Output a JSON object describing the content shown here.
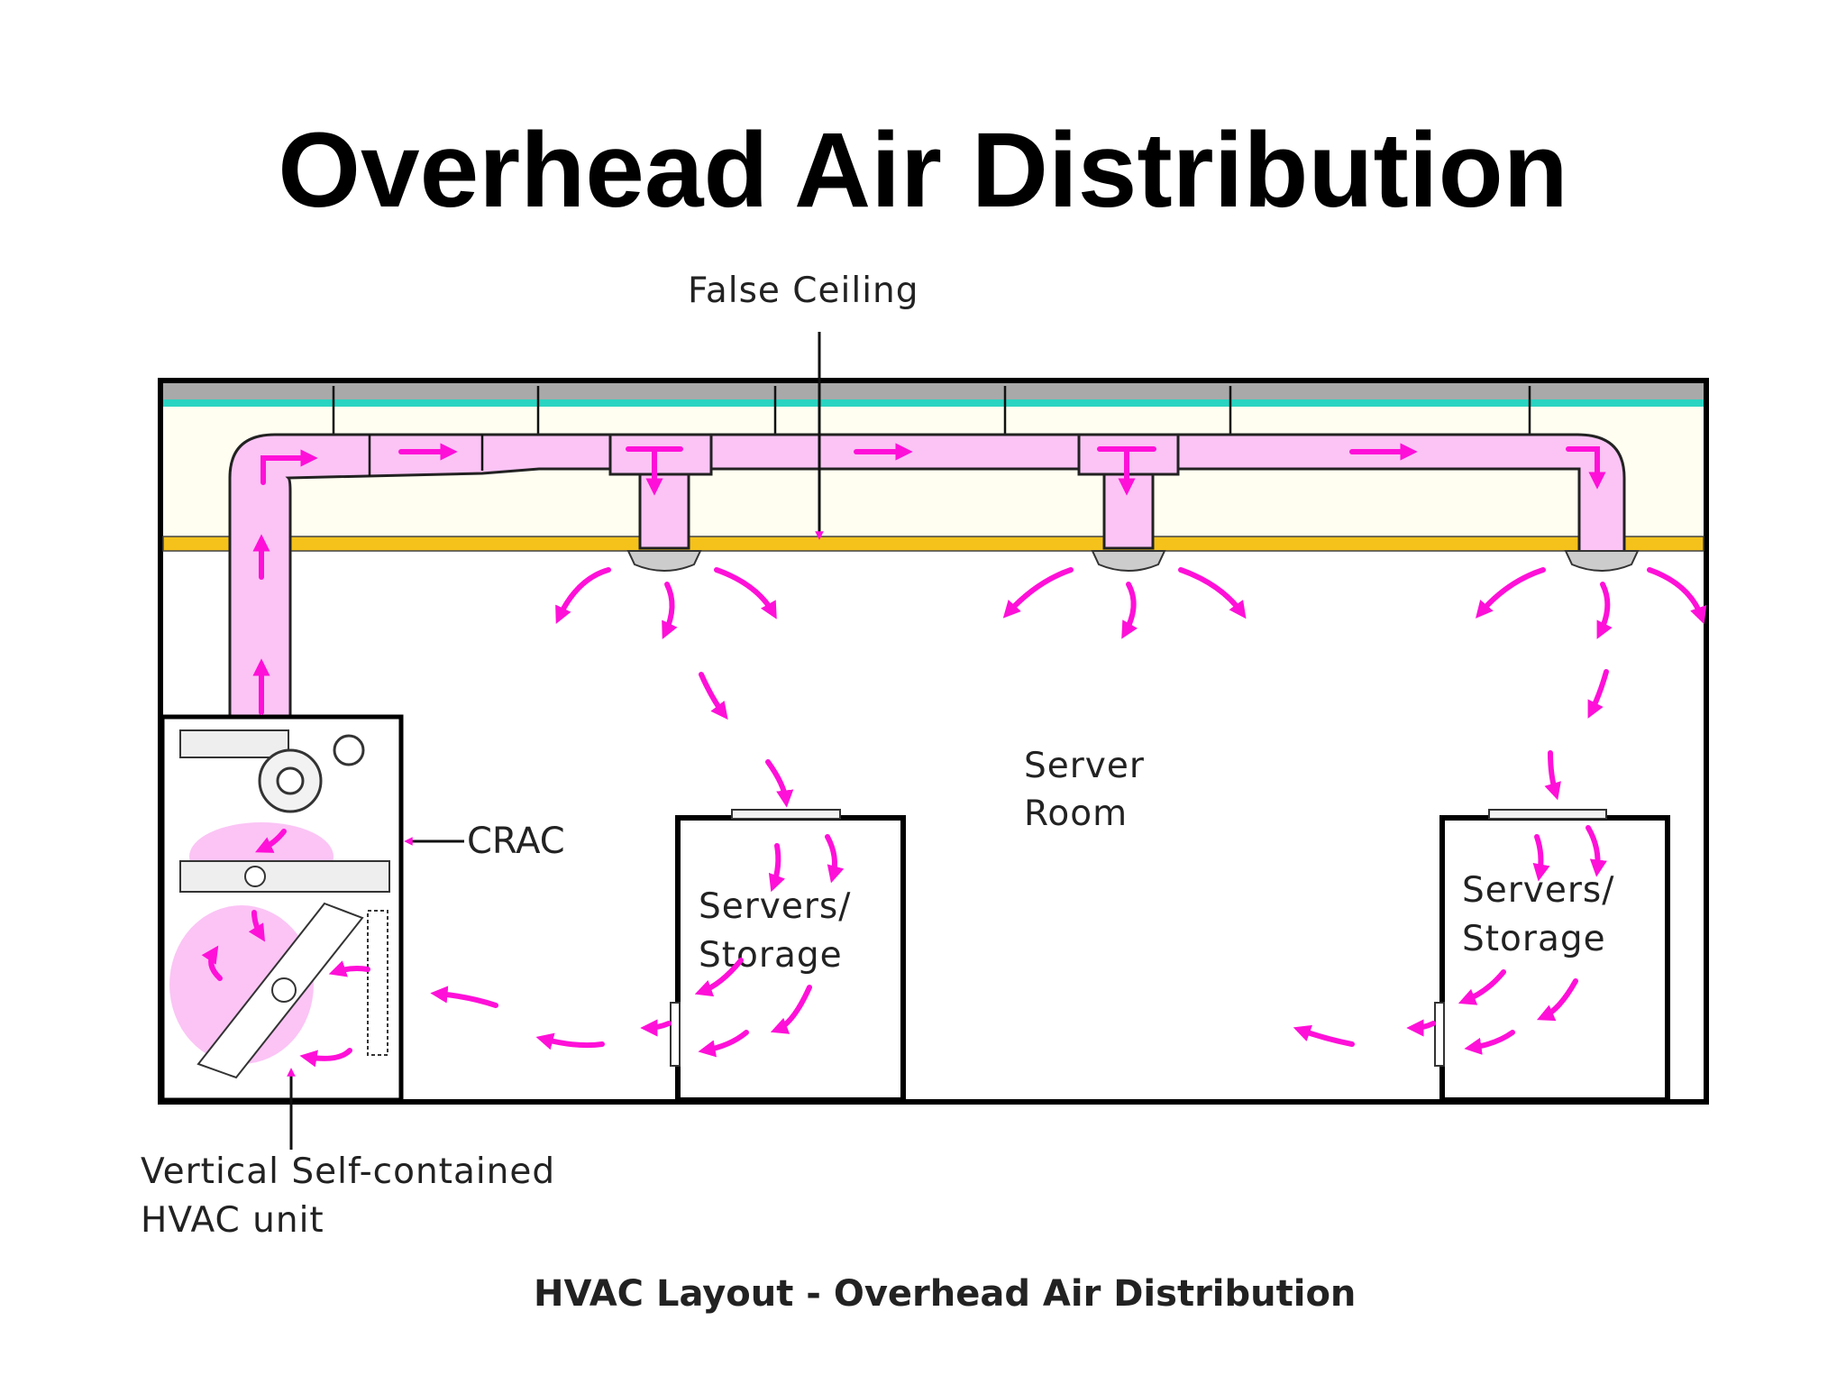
{
  "title": "Overhead Air Distribution",
  "labels": {
    "false_ceiling": "False Ceiling",
    "crac": "CRAC",
    "server_room_line1": "Server",
    "server_room_line2": "Room",
    "servers_storage_1_line1": "Servers/",
    "servers_storage_1_line2": "Storage",
    "servers_storage_2_line1": "Servers/",
    "servers_storage_2_line2": "Storage",
    "hvac_unit_line1": "Vertical Self-contained",
    "hvac_unit_line2": "HVAC unit",
    "caption": "HVAC Layout - Overhead Air Distribution"
  },
  "colors": {
    "airflow": "#ff10d8",
    "duct_fill": "#fbc4f5",
    "ceiling_beam": "#f5c21b",
    "slab_teal": "#2ad4c2",
    "slab_gray": "#a9a9a9"
  }
}
